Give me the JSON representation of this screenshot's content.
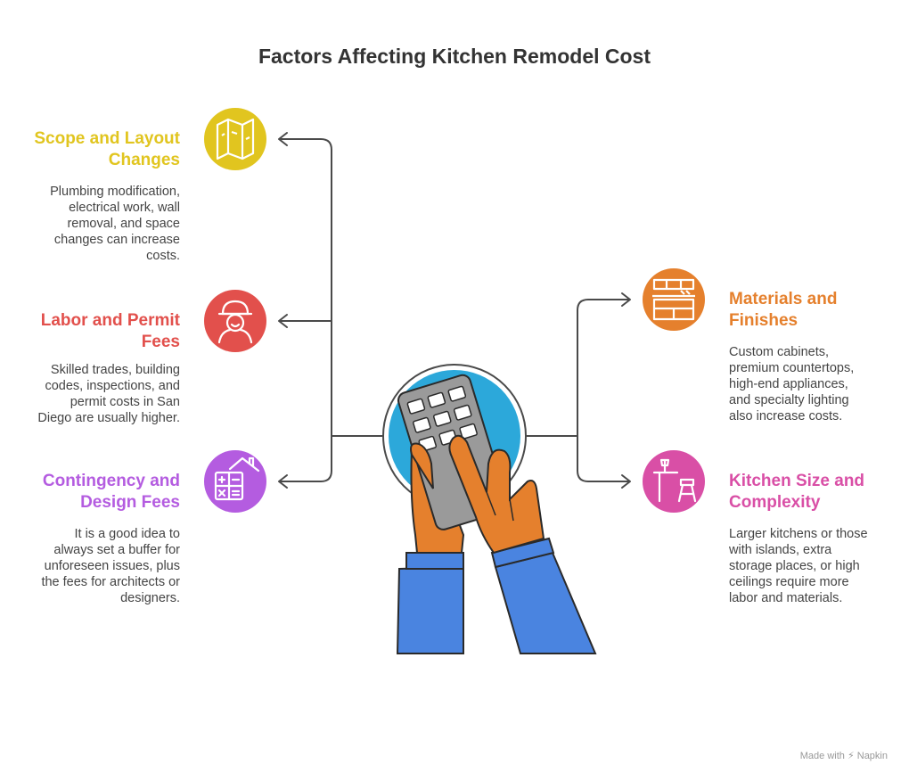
{
  "title": "Factors Affecting Kitchen Remodel Cost",
  "factors": {
    "scope": {
      "title_line1": "Scope and Layout",
      "title_line2": "Changes",
      "desc_lines": [
        "Plumbing modification,",
        "electrical work, wall",
        "removal, and space",
        "changes can increase",
        "costs."
      ],
      "color": "#E1C51F",
      "icon": "floor-plan-icon"
    },
    "labor": {
      "title_line1": "Labor and Permit",
      "title_line2": "Fees",
      "desc_lines": [
        "Skilled trades, building",
        "codes, inspections, and",
        "permit costs in San",
        "Diego are usually higher."
      ],
      "color": "#E2504C",
      "icon": "worker-icon"
    },
    "contingency": {
      "title_line1": "Contingency and",
      "title_line2": "Design Fees",
      "desc_lines": [
        "It is a good idea to",
        "always set a buffer for",
        "unforeseen issues, plus",
        "the fees for architects or",
        "designers."
      ],
      "color": "#B45CE0",
      "icon": "house-calculator-icon"
    },
    "materials": {
      "title_line1": "Materials and",
      "title_line2": "Finishes",
      "desc_lines": [
        "Custom cabinets,",
        "premium countertops,",
        "high-end appliances,",
        "and specialty lighting",
        "also increase costs."
      ],
      "color": "#E5802D",
      "icon": "cabinets-icon"
    },
    "size": {
      "title_line1": "Kitchen Size and",
      "title_line2": "Complexity",
      "desc_lines": [
        "Larger kitchens or those",
        "with islands, extra",
        "storage places, or high",
        "ceilings require more",
        "labor and materials."
      ],
      "color": "#D94FA6",
      "icon": "kitchen-island-icon"
    }
  },
  "footer": {
    "made_with": "Made with",
    "brand": "Napkin"
  }
}
